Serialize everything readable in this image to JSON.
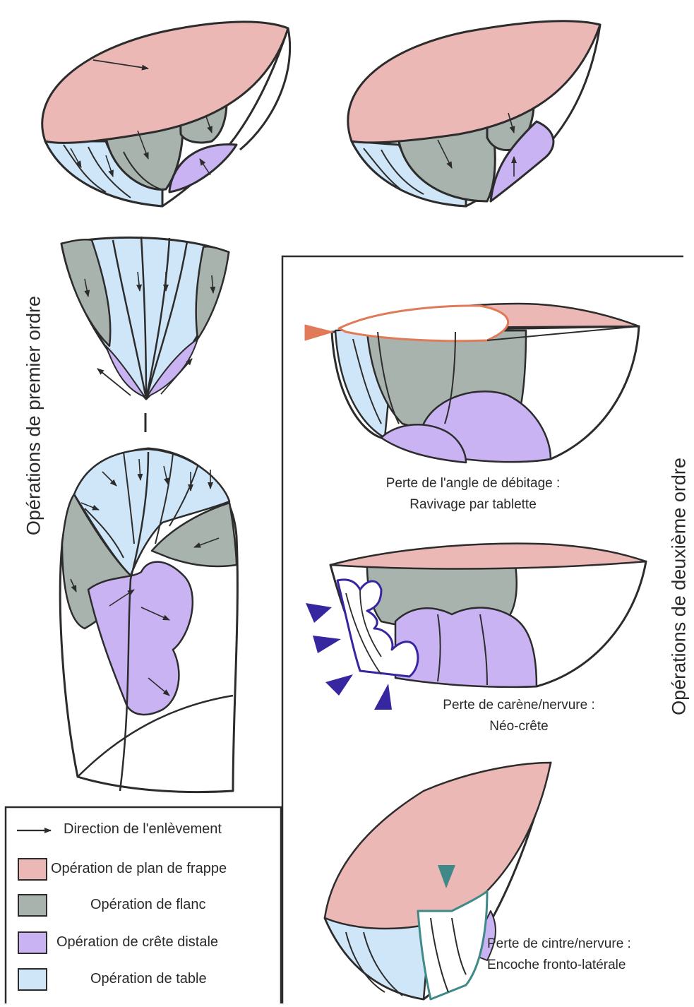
{
  "titles": {
    "first_order": "Opérations de premier ordre",
    "second_order": "Opérations de deuxième ordre"
  },
  "captions": [
    {
      "line1": "Perte de l'angle de débitage :",
      "line2": "Ravivage par tablette"
    },
    {
      "line1": "Perte de carène/nervure :",
      "line2": "Néo-crête"
    },
    {
      "line1": "Perte de cintre/nervure :",
      "line2": "Encoche fronto-latérale"
    }
  ],
  "legend": {
    "arrow_label": "Direction de l'enlèvement",
    "items": [
      {
        "label": "Opération de plan de frappe",
        "color": "#ebb8b6"
      },
      {
        "label": "Opération de flanc",
        "color": "#a8b3ae"
      },
      {
        "label": "Opération de crête distale",
        "color": "#c9b3f3"
      },
      {
        "label": "Opération de table",
        "color": "#cfe6f8"
      }
    ]
  },
  "colors": {
    "platform": "#ebb8b6",
    "flank": "#a8b3ae",
    "crest": "#c9b3f3",
    "table": "#cfe6f8",
    "outline": "#2c2c2c",
    "tablette_marker": "#e07a58",
    "neo_crete_marker": "#3626a0",
    "encoche_marker": "#3f8a88"
  }
}
